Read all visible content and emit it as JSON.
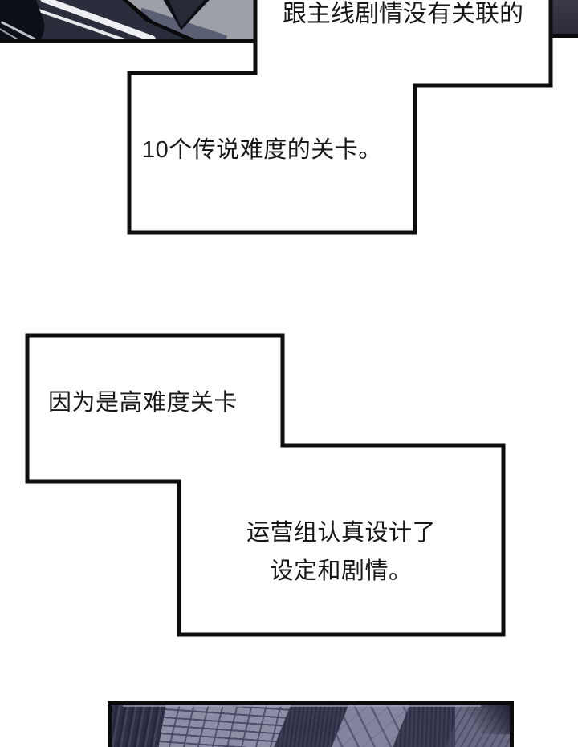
{
  "page_type": "webtoon comic page (Chinese)",
  "bubbles": {
    "b1": {
      "text": "跟主线剧情没有关联的"
    },
    "b2": {
      "text": "10个传说难度的关卡。"
    },
    "b3": {
      "text": "因为是高难度关卡"
    },
    "b4": {
      "line1": "运营组认真设计了",
      "line2": "设定和剧情。"
    }
  },
  "colors": {
    "paper": "#ffffff",
    "outline_ink": "#0d0d0d",
    "text_ink": "#181818",
    "top_panel_jacket_navy": "#2a2e3c",
    "top_panel_bg_gray": "#9ea0a8",
    "top_panel_slate": "#5a5f73",
    "stripe_white": "#edeff2",
    "bottom_panel_base": "#40405a",
    "bottom_panel_brick_light": "#8d8da5",
    "bottom_panel_mortar": "#60607a",
    "bottom_panel_dark_band": "#3a3a52",
    "bottom_panel_tile": "#84849e"
  }
}
